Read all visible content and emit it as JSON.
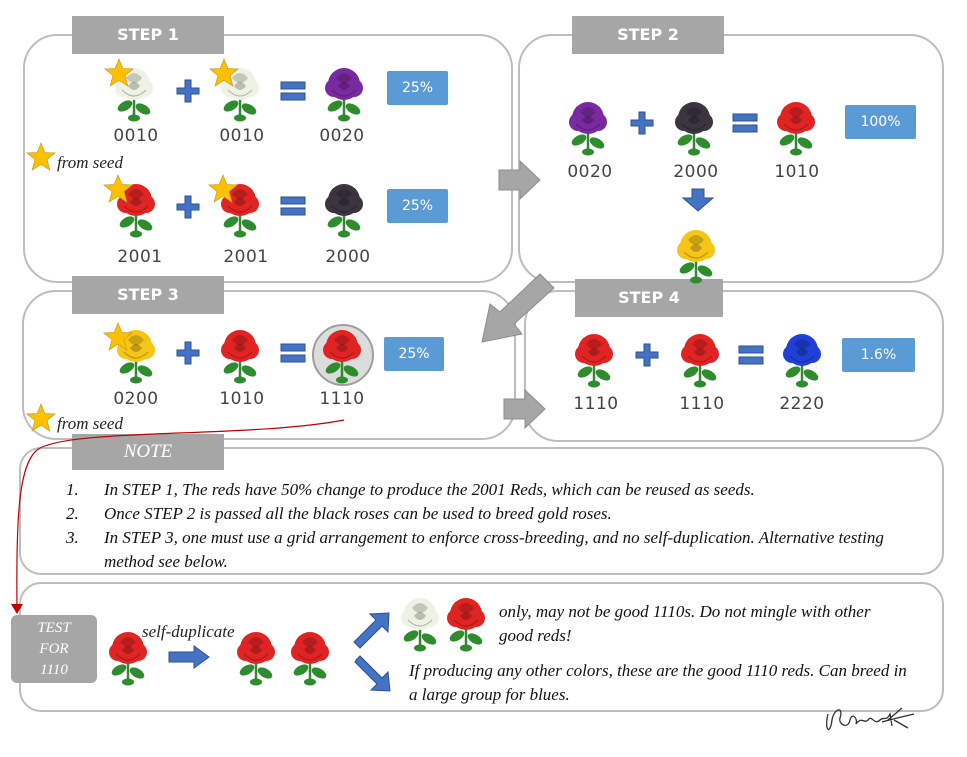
{
  "steps": {
    "step1": {
      "title": "STEP 1",
      "row1": {
        "parents": [
          "0010",
          "0010"
        ],
        "child": "0020",
        "percent": "25%"
      },
      "row2": {
        "parents": [
          "2001",
          "2001"
        ],
        "child": "2000",
        "percent": "25%"
      },
      "legend": "from seed"
    },
    "step2": {
      "title": "STEP 2",
      "row": {
        "parents": [
          "0020",
          "2000"
        ],
        "child": "1010",
        "percent": "100%"
      }
    },
    "step3": {
      "title": "STEP 3",
      "row": {
        "parents": [
          "0200",
          "1010"
        ],
        "child": "1110",
        "percent": "25%"
      },
      "legend": "from seed"
    },
    "step4": {
      "title": "STEP 4",
      "row": {
        "parents": [
          "1110",
          "1110"
        ],
        "child": "2220",
        "percent": "1.6%"
      }
    }
  },
  "note": {
    "title": "NOTE",
    "items": [
      {
        "num": "1.",
        "text": "In STEP 1, The reds have 50% change to produce the 2001 Reds, which can be reused as seeds."
      },
      {
        "num": "2.",
        "text": "Once STEP 2 is passed all the black roses can be used to breed gold roses."
      },
      {
        "num": "3.",
        "text": "In STEP 3, one must use a grid arrangement to enforce cross-breeding, and no self-duplication. Alternative testing method see below."
      }
    ]
  },
  "test": {
    "label_lines": [
      "TEST",
      "FOR",
      "1110"
    ],
    "action": "self-duplicate",
    "outcome_bad": "only, may not be good 1110s. Do not mingle with other good reds!",
    "outcome_good": "If producing any other colors, these are the good 1110 reds. Can breed in a large group for blues."
  },
  "colors": {
    "panel_border": "#bdbdbd",
    "tab_bg": "#a6a6a6",
    "percent_bg": "#5b9bd5",
    "operator_blue": "#4472c4",
    "arrow_gray": "#a6a6a6",
    "star_gold": "#ffc000",
    "connector_red": "#c00000",
    "rose_red": "#e02424",
    "rose_white": "#eef2e4",
    "rose_purple": "#7a2aa0",
    "rose_black": "#3a3540",
    "rose_yellow": "#f5c518",
    "rose_blue": "#1f3fd6"
  },
  "signature": "Raina K"
}
